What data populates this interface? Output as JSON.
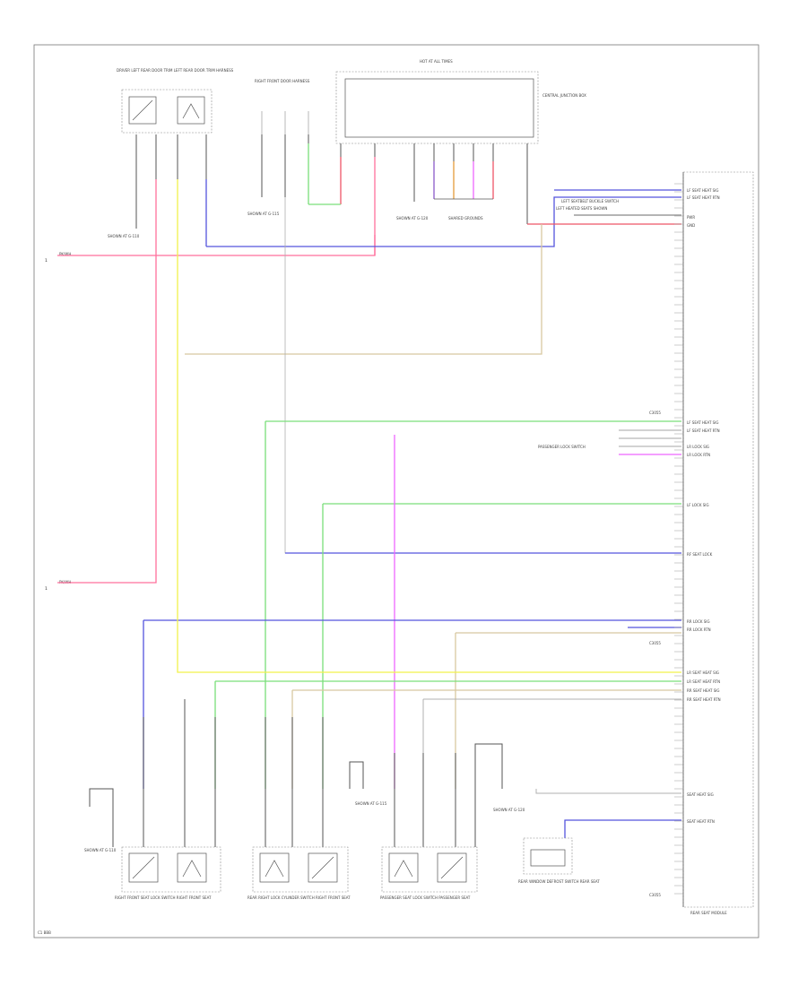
{
  "page_label": "C1 BBB",
  "left_markers": {
    "top": "1",
    "bottom": "1",
    "top_wire": "PK/WH",
    "bottom_wire": "PK/WH"
  },
  "top_components": {
    "driver_switch_module": "DRIVER LEFT REAR DOOR TRIM LEFT REAR DOOR TRIM HARNESS",
    "rear_wiper_motor": "RIGHT FRONT DOOR HARNESS",
    "gem": "HOT AT ALL TIMES",
    "gem_right": "CENTRAL JUNCTION BOX",
    "ground_left": "SHOWN AT G-110",
    "ground_mid": "SHOWN AT G-115",
    "ground_right": "SHOWN AT G-120",
    "shared_grounds": "SHARED GROUNDS",
    "left_heater_note": "LEFT HEATED SEATS SHOWN"
  },
  "right_module": {
    "label": "REAR SEAT MODULE",
    "bottom_ref": "C3055",
    "mid_ref": "C3055",
    "upper_ref": "C3055",
    "pins_top": [
      "LF SEAT HEAT SIG",
      "LF SEAT HEAT RTN",
      "PWR",
      "GND"
    ],
    "pins_mid": [
      "LF SEAT HEAT SIG",
      "LF SEAT HEAT RTN",
      "LR LOCK SIG",
      "LR LOCK RTN"
    ],
    "pin_single_1": "LF LOCK SIG",
    "pin_single_2": "RF SEAT LOCK",
    "pins_lower": [
      "RR LOCK SIG",
      "RR LOCK RTN"
    ],
    "pins_lowest": [
      "LR SEAT HEAT SIG",
      "LR SEAT HEAT RTN",
      "RR SEAT HEAT SIG",
      "RR SEAT HEAT RTN"
    ],
    "pins_bottom": [
      "SEAT HEAT SIG",
      "SEAT HEAT RTN"
    ],
    "side_note": "PASSENGER LOCK SWITCH",
    "top_side_note": "LEFT SEATBELT BUCKLE SWITCH"
  },
  "wire_colors": {
    "pink": "#ff6f9c",
    "magenta": "#ee66ff",
    "blue": "#5555dd",
    "green": "#7adf7a",
    "yellow": "#f2f24a",
    "tan": "#d8c8a0",
    "red": "#ee5566",
    "orange": "#e59a3a",
    "gray": "#b0b0b0",
    "violet": "#8a5ac8"
  },
  "bottom_components": {
    "c1": "RIGHT FRONT SEAT LOCK SWITCH RIGHT FRONT SEAT",
    "c2": "REAR RIGHT LOCK CYLINDER SWITCH RIGHT FRONT SEAT",
    "c3": "PASSENGER SEAT LOCK SWITCH PASSENGER SEAT",
    "c4": "REAR WINDOW DEFROST SWITCH REAR SEAT",
    "ground_bl": "SHOWN AT G-110",
    "ground_bm": "SHOWN AT G-115",
    "ground_br": "SHOWN AT G-120"
  }
}
